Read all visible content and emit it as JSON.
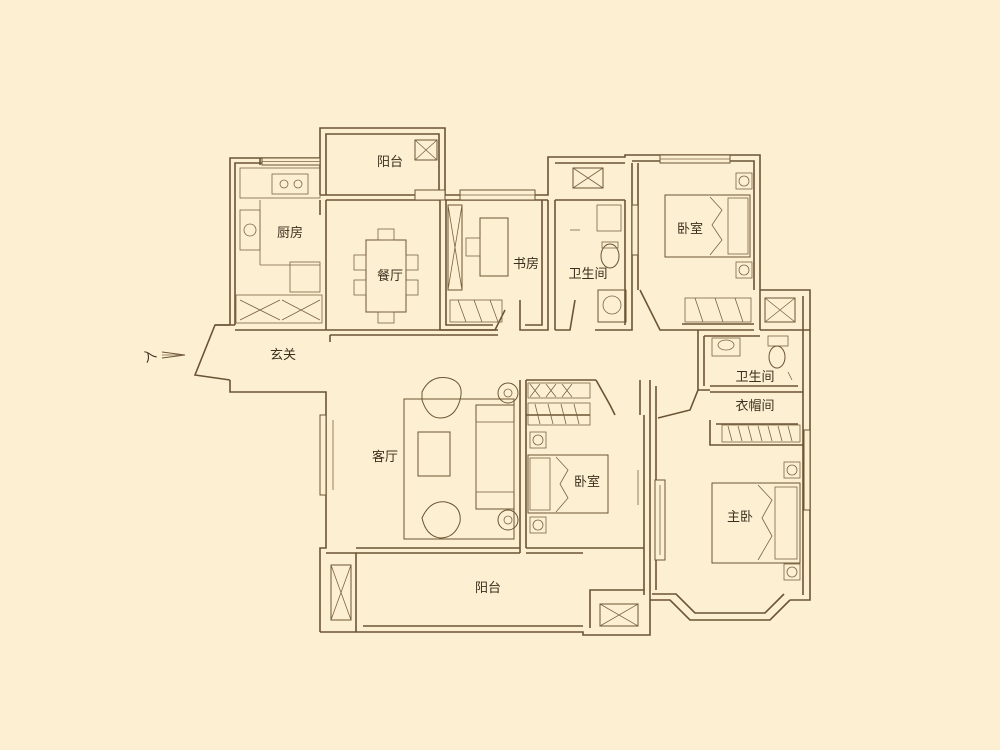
{
  "rooms": {
    "balcony_top": "阳台",
    "kitchen": "厨房",
    "dining": "餐厅",
    "study": "书房",
    "bathroom_1": "卫生间",
    "bedroom_ne": "卧室",
    "foyer": "玄关",
    "bathroom_2": "卫生间",
    "cloakroom": "衣帽间",
    "living": "客厅",
    "bedroom_mid": "卧室",
    "master_bedroom": "主卧",
    "balcony_bottom": "阳台"
  },
  "entrance": {
    "label": "入"
  }
}
